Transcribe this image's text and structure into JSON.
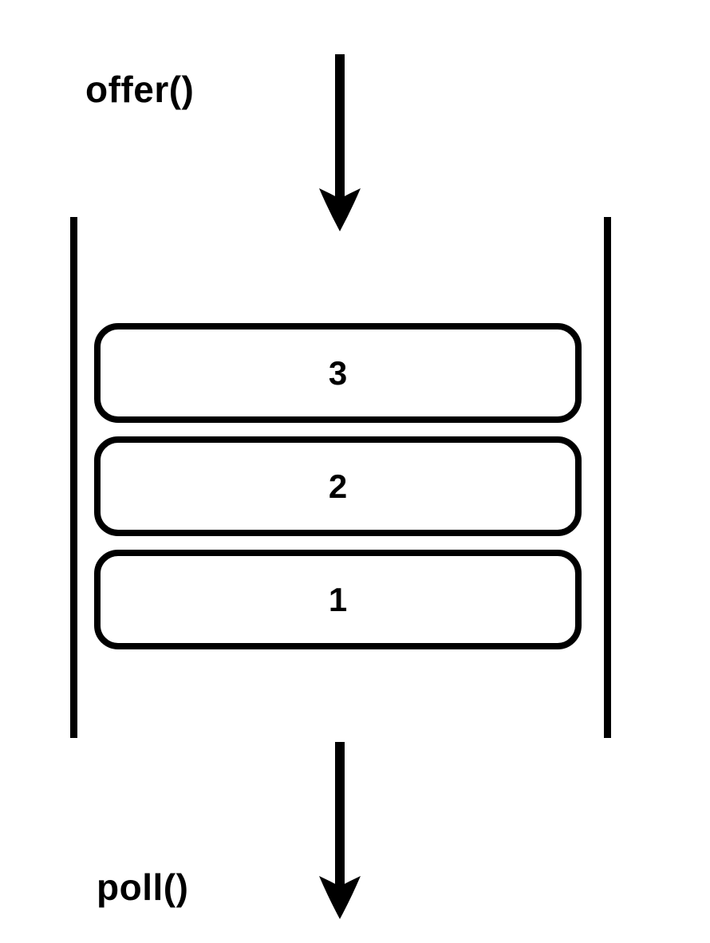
{
  "diagram": {
    "type": "queue",
    "colors": {
      "ink": "#000000",
      "background": "#ffffff"
    },
    "operations": {
      "enqueue_label": "offer()",
      "dequeue_label": "poll()"
    },
    "icons": {
      "top_arrow": "down-arrow-icon",
      "bottom_arrow": "down-arrow-icon"
    },
    "queue": {
      "items": [
        {
          "value": "3"
        },
        {
          "value": "2"
        },
        {
          "value": "1"
        }
      ]
    }
  }
}
